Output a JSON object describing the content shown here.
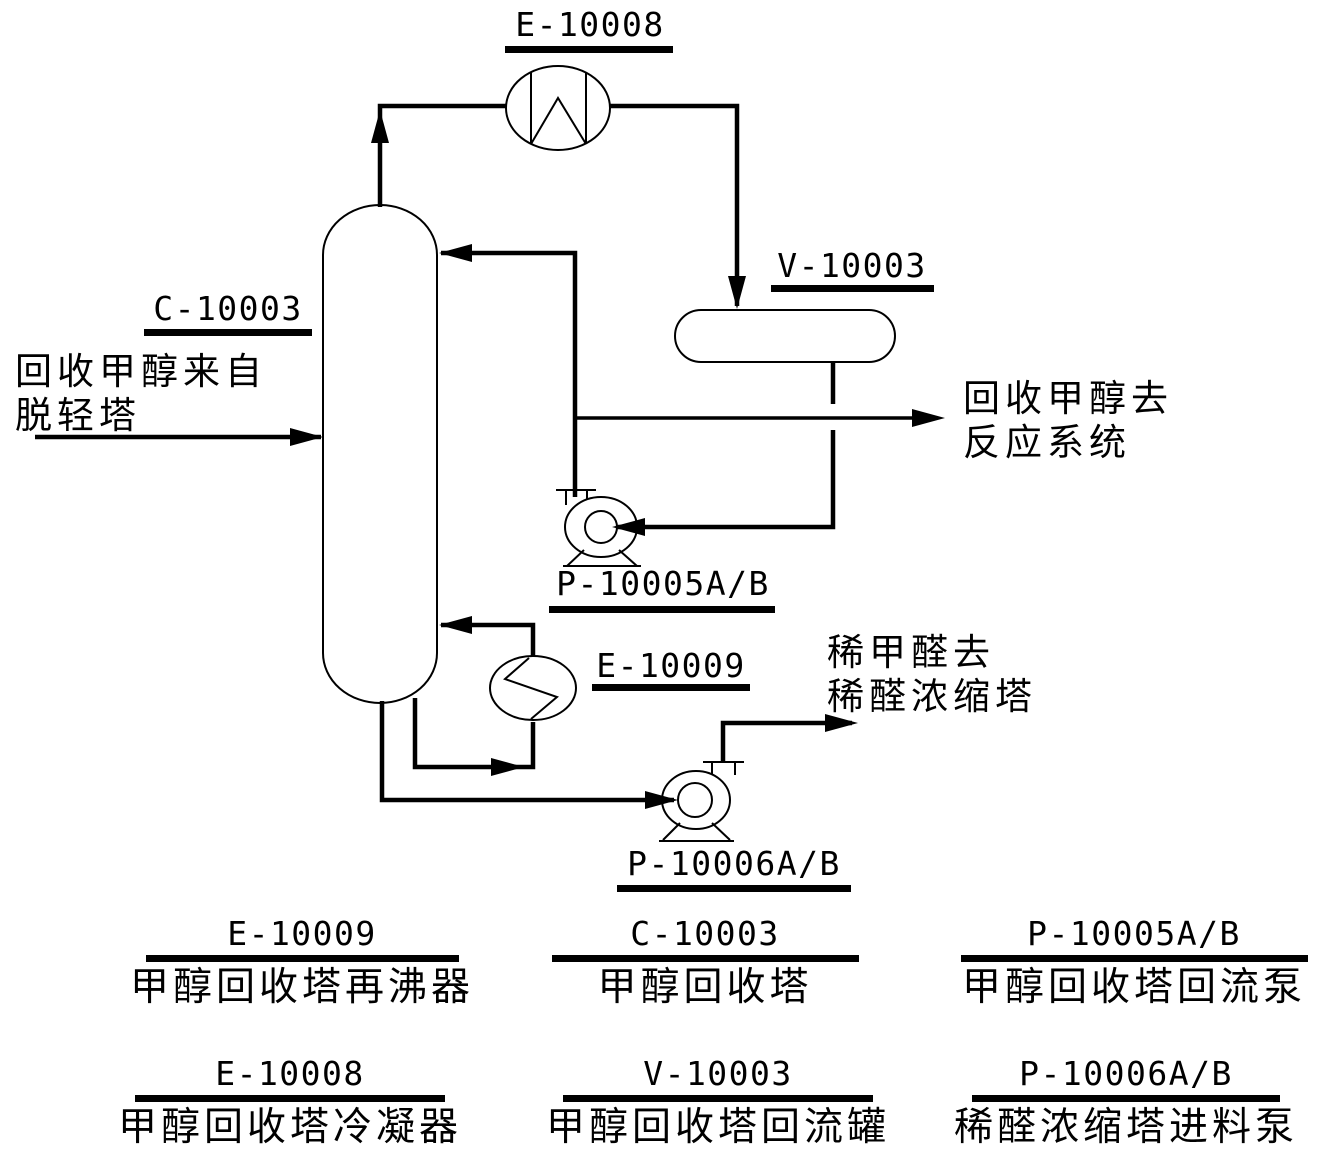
{
  "diagram": {
    "title_hint": "methanol recovery column process flow diagram",
    "colors": {
      "line": "#000000",
      "background": "#ffffff"
    },
    "equipment_tags": {
      "condenser": "E-10008",
      "column": "C-10003",
      "reflux_drum": "V-10003",
      "reflux_pump": "P-10005A/B",
      "reboiler": "E-10009",
      "feed_pump": "P-10006A/B"
    },
    "streams": {
      "feed_line1": "回收甲醇来自",
      "feed_line2": "脱轻塔",
      "product_line1": "回收甲醇去",
      "product_line2": "反应系统",
      "dilute_line1": "稀甲醛去",
      "dilute_line2": "稀醛浓缩塔"
    },
    "legend": [
      {
        "tag": "E-10009",
        "name": "甲醇回收塔再沸器"
      },
      {
        "tag": "C-10003",
        "name": "甲醇回收塔"
      },
      {
        "tag": "P-10005A/B",
        "name": "甲醇回收塔回流泵"
      },
      {
        "tag": "E-10008",
        "name": "甲醇回收塔冷凝器"
      },
      {
        "tag": "V-10003",
        "name": "甲醇回收塔回流罐"
      },
      {
        "tag": "P-10006A/B",
        "name": "稀醛浓缩塔进料泵"
      }
    ]
  }
}
